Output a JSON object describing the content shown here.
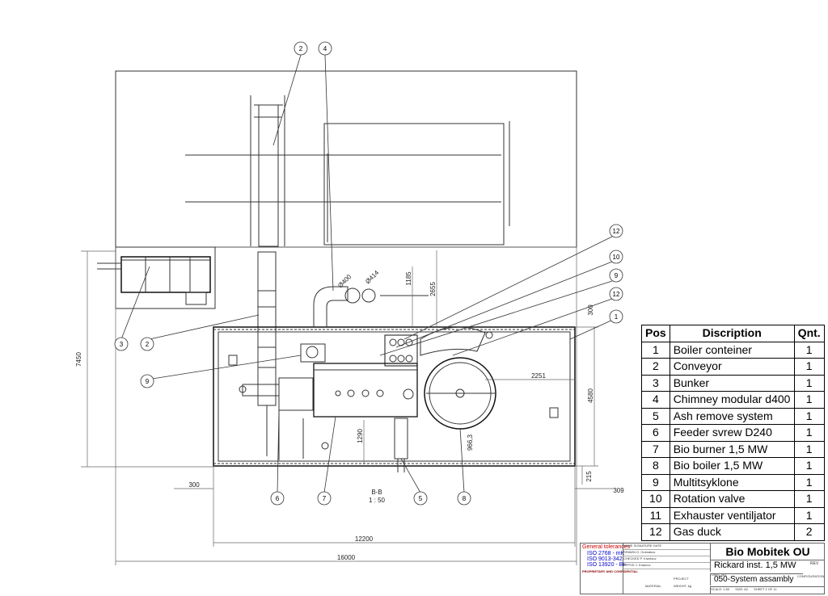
{
  "drawing": {
    "section_label": "B-B",
    "section_scale": "1 : 50",
    "dimensions": {
      "overall_width": "16000",
      "container_width": "12200",
      "overall_height": "7450",
      "container_height": "4580",
      "d_2655": "2655",
      "d_1185": "1185",
      "d_300_right": "300",
      "d_2251": "2251",
      "d_1290": "1290",
      "d_9663": "966,3",
      "d_215": "215",
      "d_300_left": "300",
      "d_309": "309",
      "chimney_dia_a": "Ø400",
      "chimney_dia_b": "Ø414"
    },
    "balloons": [
      "2",
      "4",
      "12",
      "10",
      "9",
      "12",
      "1",
      "3",
      "2",
      "9",
      "6",
      "7",
      "5",
      "8"
    ]
  },
  "bom": {
    "headers": [
      "Pos",
      "Discription",
      "Qnt."
    ],
    "rows": [
      {
        "pos": "1",
        "desc": "Boiler conteiner",
        "qnt": "1"
      },
      {
        "pos": "2",
        "desc": "Conveyor",
        "qnt": "1"
      },
      {
        "pos": "3",
        "desc": "Bunker",
        "qnt": "1"
      },
      {
        "pos": "4",
        "desc": "Chimney modular d400",
        "qnt": "1"
      },
      {
        "pos": "5",
        "desc": "Ash remove system",
        "qnt": "1"
      },
      {
        "pos": "6",
        "desc": "Feeder svrew D240",
        "qnt": "1"
      },
      {
        "pos": "7",
        "desc": "Bio burner 1,5 MW",
        "qnt": "1"
      },
      {
        "pos": "8",
        "desc": "Bio boiler 1,5 MW",
        "qnt": "1"
      },
      {
        "pos": "9",
        "desc": "Multitsyklone",
        "qnt": "1"
      },
      {
        "pos": "10",
        "desc": "Rotation valve",
        "qnt": "1"
      },
      {
        "pos": "11",
        "desc": "Exhauster ventiljator",
        "qnt": "1"
      },
      {
        "pos": "12",
        "desc": "Gas duck",
        "qnt": "2"
      }
    ]
  },
  "title_block": {
    "tolerances_head": "General tolerances",
    "tolerances": [
      "ISO 2768 - mK",
      "ISO 9013-342",
      "ISO 13920 - BF"
    ],
    "company": "Bio Mobitek OU",
    "title": "Rickard inst. 1,5 MW",
    "drawing_name": "050-System assambly",
    "rev_label": "REV",
    "dwg_no_label": "DWG. NO.",
    "configuration_label": "CONFIGURATION",
    "grid_header": "NAME        SIGNATURE    DATE",
    "drawn_row": "DRAWN   O. Golmakov",
    "checked_row": "CHECKED   P. Kravtsov",
    "approved_row": "APPVD   J. Krasnov",
    "proprietary": "PROPRIETARY AND CONFIDENTIAL",
    "project_label": "PROJECT",
    "material_label": "MATERIAL",
    "weight_label": "WEIGHT, kg",
    "scale": "SCALE: 1:50",
    "size": "SIZE: A2",
    "sheet": "SHEET 2 OF 11"
  }
}
